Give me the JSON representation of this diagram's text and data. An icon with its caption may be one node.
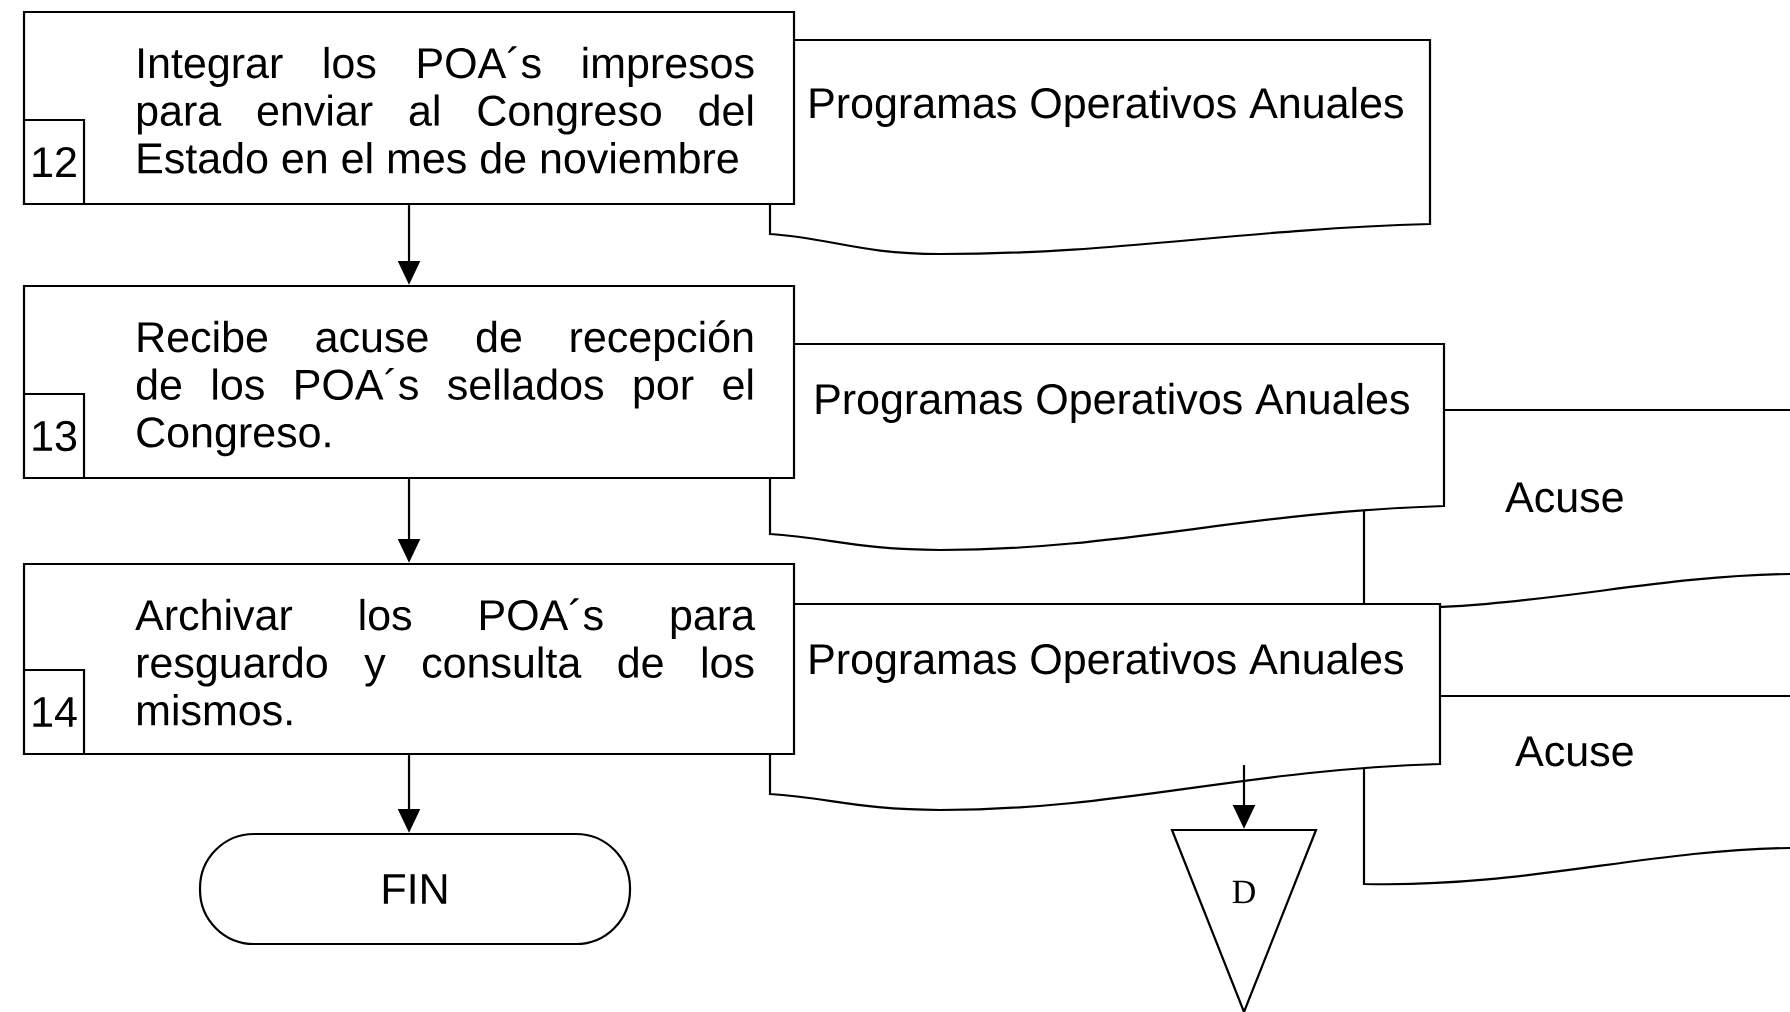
{
  "diagram": {
    "nodes": [
      {
        "text": [
          "12",
          "Integrar los POA´s impresos para enviar al Congreso del Estado en el mes de noviembre"
        ]
      },
      {
        "text": [
          "Programas Operativos Anuales"
        ]
      },
      {
        "text": [
          "13",
          "Recibe acuse de recepción de los POA´s sellados por el Congreso."
        ]
      },
      {
        "text": [
          "Programas Operativos Anuales"
        ]
      },
      {
        "text": [
          "Acuse"
        ]
      },
      {
        "text": [
          "14",
          "Archivar los POA´s para resguardo y consulta de los mismos."
        ]
      },
      {
        "text": [
          "Programas Operativos Anuales"
        ]
      },
      {
        "text": [
          "Acuse"
        ]
      },
      {
        "text": [
          "FIN"
        ]
      },
      {
        "text": [
          "D"
        ]
      }
    ],
    "edges": [
      {
        "from": 0,
        "to": 2,
        "arrow": "to"
      },
      {
        "from": 2,
        "to": 5,
        "arrow": "to"
      },
      {
        "from": 5,
        "to": 8,
        "arrow": "to"
      },
      {
        "from": 6,
        "to": 9,
        "arrow": "to"
      }
    ]
  }
}
